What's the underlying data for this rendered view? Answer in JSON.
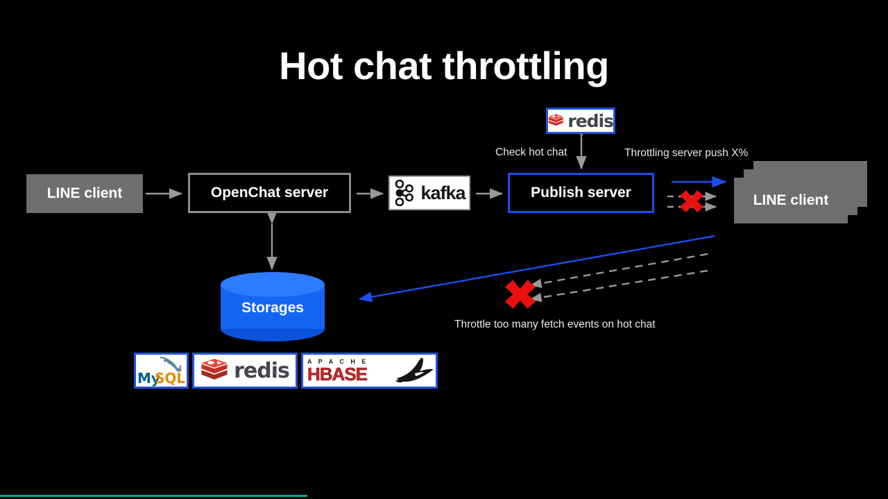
{
  "slide": {
    "title": "Hot chat throttling",
    "background": "#000000",
    "progress_accent": "#00a79d"
  },
  "nodes": {
    "line_client_left": {
      "label": "LINE client",
      "style": "filled-gray",
      "fill": "#6e6e6e"
    },
    "openchat_server": {
      "label": "OpenChat server",
      "style": "gray-border",
      "border": "#8c8c8c"
    },
    "kafka": {
      "label": "kafka",
      "style": "white-logo-chip"
    },
    "publish_server": {
      "label": "Publish server",
      "style": "blue-border",
      "border": "#1a4ff0"
    },
    "line_client_right": {
      "label": "LINE client",
      "style": "stacked-gray",
      "fill": "#6e6e6e",
      "sheets": 3
    },
    "storages": {
      "label": "Storages",
      "style": "cylinder",
      "fill": "#1565f5"
    }
  },
  "logos": {
    "redis_top": {
      "name": "redis",
      "border": "#2353d6"
    },
    "bottom_row": [
      {
        "name": "MySQL",
        "my_text": "My",
        "sql_text": "SQL",
        "border": "#2353d6"
      },
      {
        "name": "redis",
        "border": "#2353d6"
      },
      {
        "name": "APACHE HBASE",
        "apache_text": "A P A C H E",
        "hbase_text": "HBASE",
        "border": "#2353d6"
      }
    ]
  },
  "annotations": {
    "check_hot_chat": "Check hot chat",
    "throttling_push": "Throttling server push X%",
    "throttle_fetch": "Throttle too many fetch events on hot chat"
  },
  "markers": {
    "block_x_push": "red-x-icon",
    "block_x_fetch": "red-x-icon",
    "x_color": "#e8110f"
  },
  "arrows": {
    "client_to_openchat": "solid-gray-right",
    "openchat_to_kafka": "solid-gray-right",
    "kafka_to_publish": "solid-gray-right",
    "redis_to_publish": "double-headed-gray-vertical",
    "openchat_to_storages": "double-headed-gray-vertical",
    "publish_push_blue": "solid-blue-right",
    "publish_push_blocked_1": "dashed-gray-right",
    "publish_push_blocked_2": "dashed-gray-right",
    "fetch_blue": "solid-blue-left",
    "fetch_blocked_1": "dashed-gray-left",
    "fetch_blocked_2": "dashed-gray-left"
  }
}
